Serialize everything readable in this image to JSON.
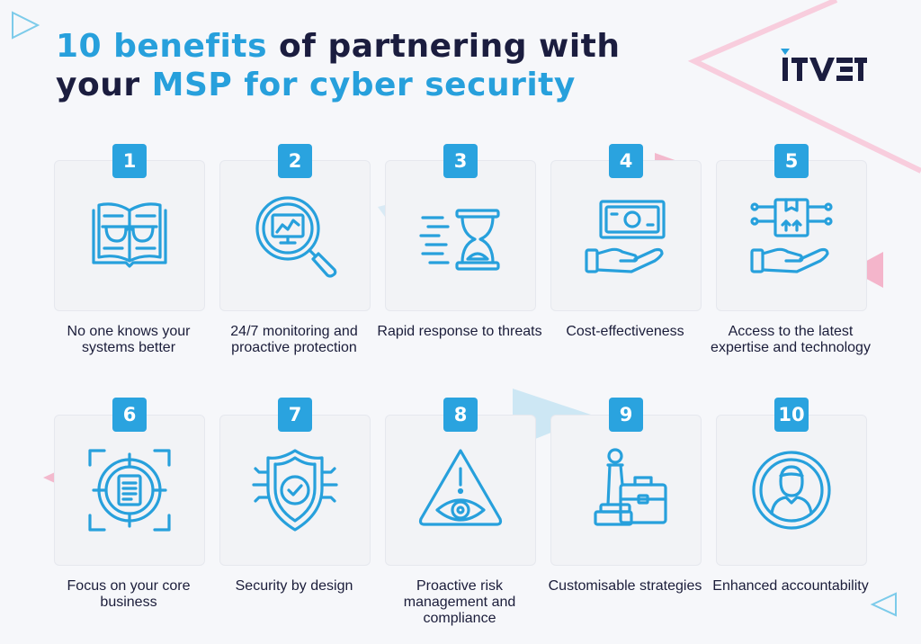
{
  "header": {
    "title_line1_highlight": "10 benefits",
    "title_line1_rest": " of partnering with",
    "title_line2_start": "your ",
    "title_line2_highlight": "MSP for cyber security",
    "logo_text": "iTVET"
  },
  "colors": {
    "accent": "#27a0dc",
    "title_dark": "#1b1d3f",
    "background": "#f6f7fa",
    "decor_pink": "#f4a9c4"
  },
  "benefits": [
    {
      "number": "1",
      "label": "No one knows your systems better",
      "icon": "book-glasses-icon"
    },
    {
      "number": "2",
      "label": "24/7 monitoring and proactive protection",
      "icon": "magnifier-monitor-icon"
    },
    {
      "number": "3",
      "label": "Rapid response to threats",
      "icon": "hourglass-icon"
    },
    {
      "number": "4",
      "label": "Cost-effectiveness",
      "icon": "hand-money-icon"
    },
    {
      "number": "5",
      "label": "Access to the latest expertise and technology",
      "icon": "hand-package-icon"
    },
    {
      "number": "6",
      "label": "Focus on your core business",
      "icon": "target-document-icon"
    },
    {
      "number": "7",
      "label": "Security by design",
      "icon": "shield-check-icon"
    },
    {
      "number": "8",
      "label": "Proactive risk management and compliance",
      "icon": "warning-eye-icon"
    },
    {
      "number": "9",
      "label": "Customisable strategies",
      "icon": "chess-briefcase-icon"
    },
    {
      "number": "10",
      "label": "Enhanced accountability",
      "icon": "user-circle-icon"
    }
  ]
}
